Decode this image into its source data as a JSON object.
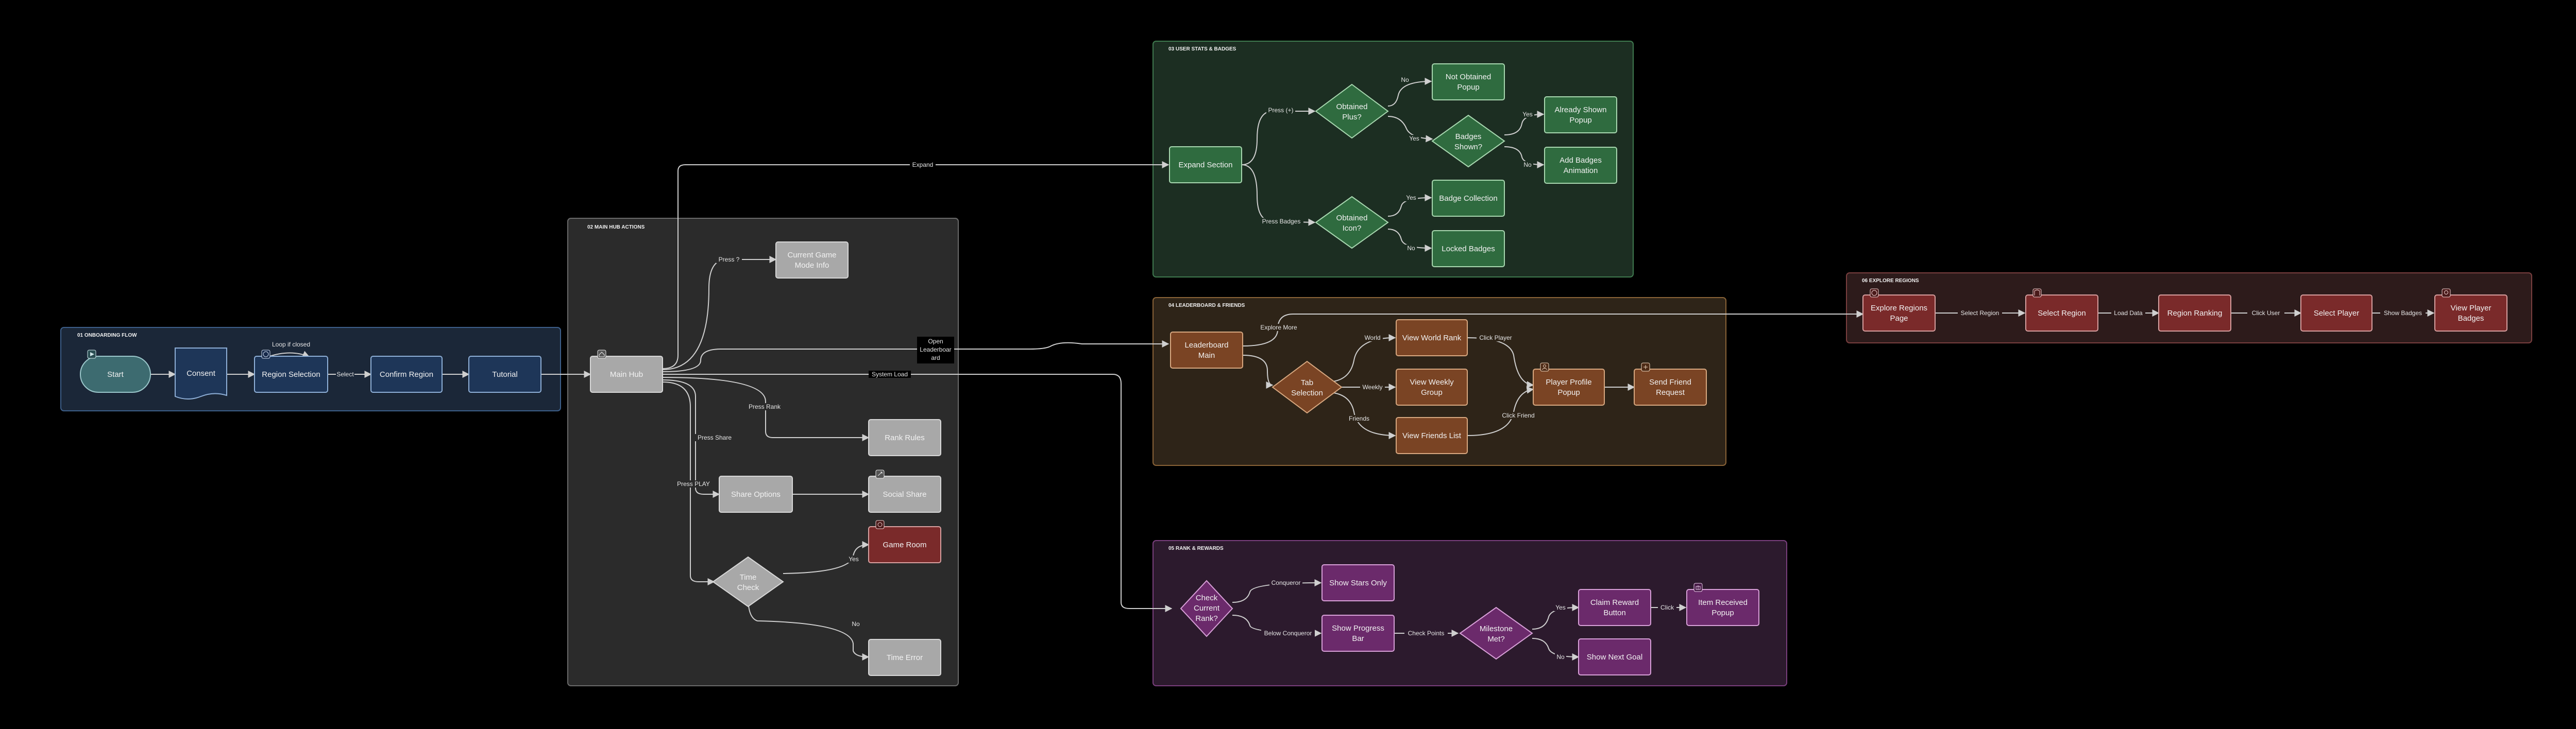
{
  "groups": {
    "onboarding": {
      "title": "01 ONBOARDING FLOW",
      "fill": "#1b2738",
      "stroke": "#3d5f8a"
    },
    "main_hub": {
      "title": "02 MAIN HUB ACTIONS",
      "fill": "#2b2b2b",
      "stroke": "#6a6a6a"
    },
    "user_stats": {
      "title": "03 USER STATS & BADGES",
      "fill": "#1c2e22",
      "stroke": "#3f7a4f"
    },
    "leaderboard": {
      "title": "04 LEADERBOARD & FRIENDS",
      "fill": "#2e2418",
      "stroke": "#8a6337"
    },
    "rank_rewards": {
      "title": "05 RANK & REWARDS",
      "fill": "#2c1a2d",
      "stroke": "#7a3f7d"
    },
    "explore": {
      "title": "06 EXPLORE REGIONS",
      "fill": "#2d1b1b",
      "stroke": "#7a3f3f"
    }
  },
  "colors": {
    "onboarding_node": "#1e3658",
    "onboarding_stroke": "#8fb0d8",
    "start_node": "#3d6b70",
    "hub_node": "#a8a8a8",
    "hub_stroke": "#d8d8d8",
    "stats_node": "#2f6b3f",
    "stats_stroke": "#a8d8b0",
    "leader_node": "#7a4424",
    "leader_stroke": "#d8a880",
    "rank_node": "#6b2a6b",
    "rank_stroke": "#d8a0d8",
    "explore_node": "#7a2a2a",
    "explore_stroke": "#d8a0a0",
    "game_room": "#7a2a2a"
  },
  "nodes": {
    "start": "Start",
    "consent": "Consent",
    "region_selection": "Region Selection",
    "confirm_region": "Confirm Region",
    "tutorial": "Tutorial",
    "main_hub": "Main Hub",
    "current_game_mode_info": [
      "Current Game",
      "Mode Info"
    ],
    "rank_rules": "Rank Rules",
    "share_options": "Share Options",
    "social_share": "Social Share",
    "game_room": "Game Room",
    "time_check": [
      "Time",
      "Check"
    ],
    "time_error": "Time Error",
    "expand_section": "Expand Section",
    "obtained_plus": [
      "Obtained",
      "Plus?"
    ],
    "not_obtained_popup": [
      "Not Obtained",
      "Popup"
    ],
    "badges_shown": [
      "Badges",
      "Shown?"
    ],
    "already_shown_popup": [
      "Already Shown",
      "Popup"
    ],
    "add_badges_animation": [
      "Add Badges",
      "Animation"
    ],
    "obtained_icon": [
      "Obtained",
      "Icon?"
    ],
    "badge_collection": "Badge Collection",
    "locked_badges": "Locked Badges",
    "leaderboard_main": [
      "Leaderboard",
      "Main"
    ],
    "tab_selection": [
      "Tab",
      "Selection"
    ],
    "view_world_rank": "View World Rank",
    "view_weekly_group": [
      "View Weekly",
      "Group"
    ],
    "view_friends_list": "View Friends List",
    "player_profile_popup": [
      "Player Profile",
      "Popup"
    ],
    "send_friend_request": [
      "Send Friend",
      "Request"
    ],
    "check_current_rank": [
      "Check",
      "Current",
      "Rank?"
    ],
    "show_stars_only": "Show Stars Only",
    "show_progress_bar": [
      "Show Progress",
      "Bar"
    ],
    "milestone_met": [
      "Milestone",
      "Met?"
    ],
    "claim_reward_button": [
      "Claim Reward",
      "Button"
    ],
    "item_received_popup": [
      "Item Received",
      "Popup"
    ],
    "show_next_goal": "Show Next Goal",
    "explore_regions_page": [
      "Explore Regions",
      "Page"
    ],
    "select_region": "Select Region",
    "region_ranking": "Region Ranking",
    "select_player": "Select Player",
    "view_player_badges": [
      "View Player",
      "Badges"
    ]
  },
  "edges": {
    "loop_if_closed": "Loop if closed",
    "select": "Select",
    "expand": "Expand",
    "press_q": "Press ?",
    "open_leaderboard": [
      "Open",
      "Leaderboar",
      "ard"
    ],
    "system_load": "System Load",
    "press_rank": "Press Rank",
    "press_share": "Press Share",
    "press_play": "Press PLAY",
    "yes": "Yes",
    "no": "No",
    "press_plus": "Press (+)",
    "press_badges": "Press Badges",
    "explore_more": "Explore More",
    "world": "World",
    "weekly": "Weekly",
    "friends": "Friends",
    "click_player": "Click Player",
    "click_friend": "Click Friend",
    "conqueror": "Conqueror",
    "below_conqueror": "Below Conqueror",
    "check_points": "Check Points",
    "click": "Click",
    "select_region": "Select Region",
    "load_data": "Load Data",
    "click_user": "Click User",
    "show_badges": "Show Badges"
  }
}
